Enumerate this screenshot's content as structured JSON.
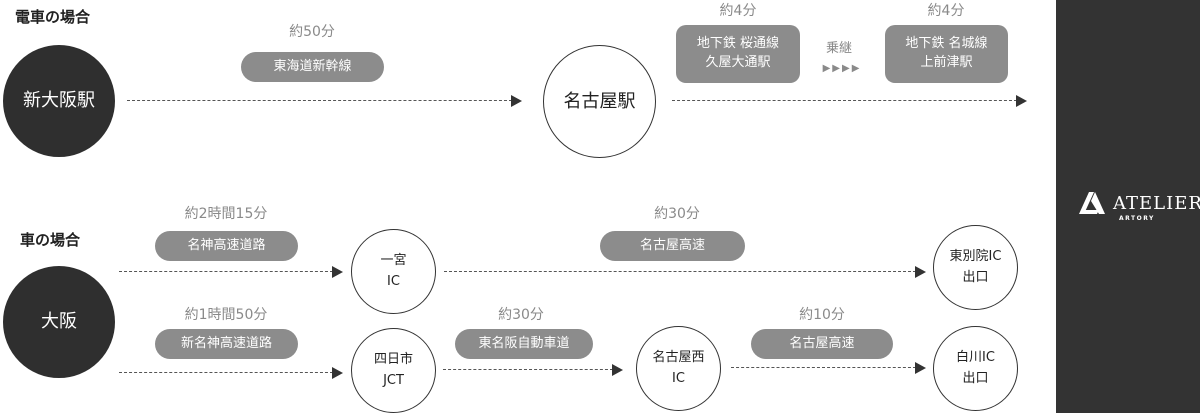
{
  "train": {
    "heading": "電車の場合",
    "origin": "新大阪駅",
    "leg1": {
      "time": "約50分",
      "route": "東海道新幹線"
    },
    "hub": "名古屋駅",
    "leg2": {
      "time": "約4分",
      "route_line1": "地下鉄 桜通線",
      "route_line2": "久屋大通駅"
    },
    "transfer": {
      "label": "乗継",
      "dots": "▶▶▶▶"
    },
    "leg3": {
      "time": "約4分",
      "route_line1": "地下鉄 名城線",
      "route_line2": "上前津駅"
    }
  },
  "car": {
    "heading": "車の場合",
    "origin": "大阪",
    "upper": {
      "leg1": {
        "time": "約2時間15分",
        "route": "名神高速道路"
      },
      "node1": {
        "line1": "一宮",
        "line2": "IC"
      },
      "leg2": {
        "time": "約30分",
        "route": "名古屋高速"
      },
      "exit": {
        "line1": "東別院IC",
        "line2": "出口"
      }
    },
    "lower": {
      "leg1": {
        "time": "約1時間50分",
        "route": "新名神高速道路"
      },
      "node1": {
        "line1": "四日市",
        "line2": "JCT"
      },
      "leg2": {
        "time": "約30分",
        "route": "東名阪自動車道"
      },
      "node2": {
        "line1": "名古屋西",
        "line2": "IC"
      },
      "leg3": {
        "time": "約10分",
        "route": "名古屋高速"
      },
      "exit": {
        "line1": "白川IC",
        "line2": "出口"
      }
    }
  },
  "brand": {
    "name": "ATELIER",
    "sub": "ARTORY",
    "colors": {
      "sidebar": "#333333",
      "pill": "#8c8c8c",
      "dark_node": "#2f2f2f"
    }
  }
}
